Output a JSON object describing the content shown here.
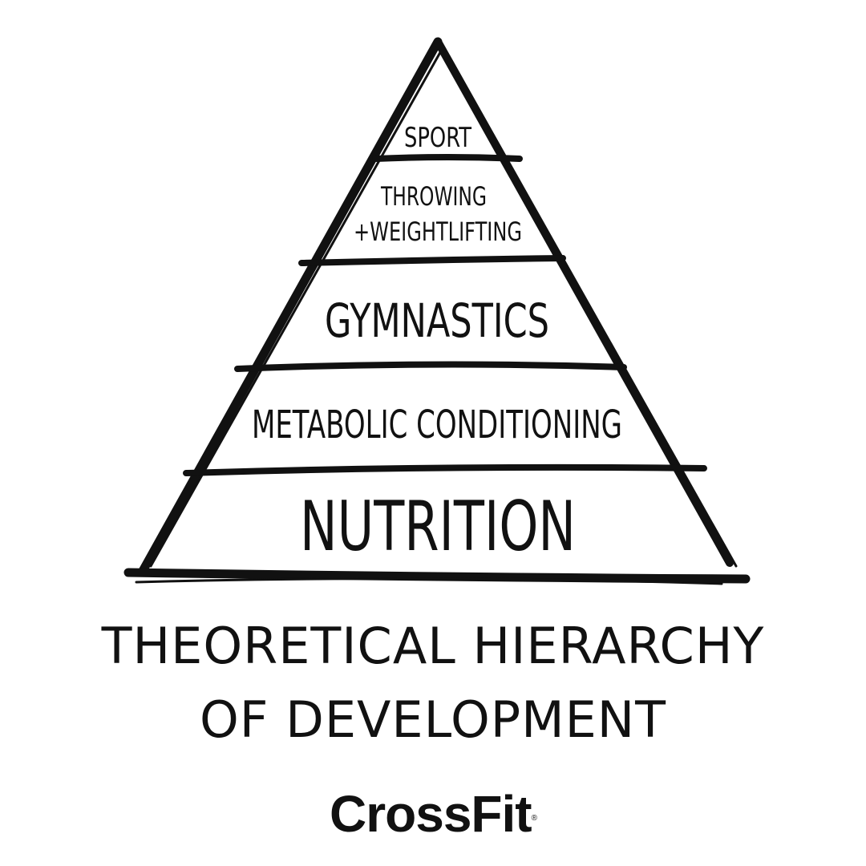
{
  "pyramid": {
    "tiers": [
      {
        "label": "SPORT"
      },
      {
        "label": "THROWING"
      },
      {
        "label": "+WEIGHTLIFTING"
      },
      {
        "label": "GYMNASTICS"
      },
      {
        "label": "METABOLIC CONDITIONING"
      },
      {
        "label": "NUTRITION"
      }
    ],
    "ink_color": "#111111"
  },
  "caption": {
    "line1": "THEORETICAL HIERARCHY",
    "line2": "OF DEVELOPMENT"
  },
  "brand": {
    "name": "CrossFit",
    "mark": "®"
  }
}
